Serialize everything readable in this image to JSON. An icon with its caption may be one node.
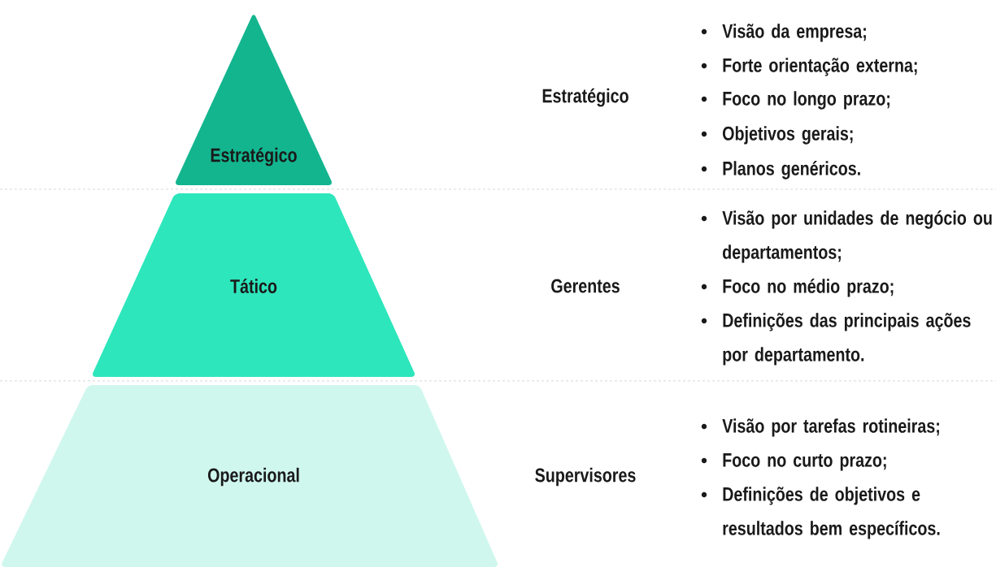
{
  "diagram": {
    "nodes": [
      {
        "text": [
          "Estratégico"
        ]
      },
      {
        "text": [
          "Tático"
        ]
      },
      {
        "text": [
          "Operacional"
        ]
      }
    ],
    "labels": [
      "Estratégico",
      "Visão da empresa;",
      "Forte orientação externa;",
      "Foco no longo prazo;",
      "Objetivos gerais;",
      "Planos genéricos.",
      "Gerentes",
      "Visão por unidades de negócio ou departamentos;",
      "Foco no médio prazo;",
      "Definições das principais ações por departamento.",
      "Supervisores",
      "Visão por tarefas rotineiras;",
      "Foco no curto prazo;",
      "Definições de objetivos e resultados bem específicos."
    ]
  }
}
